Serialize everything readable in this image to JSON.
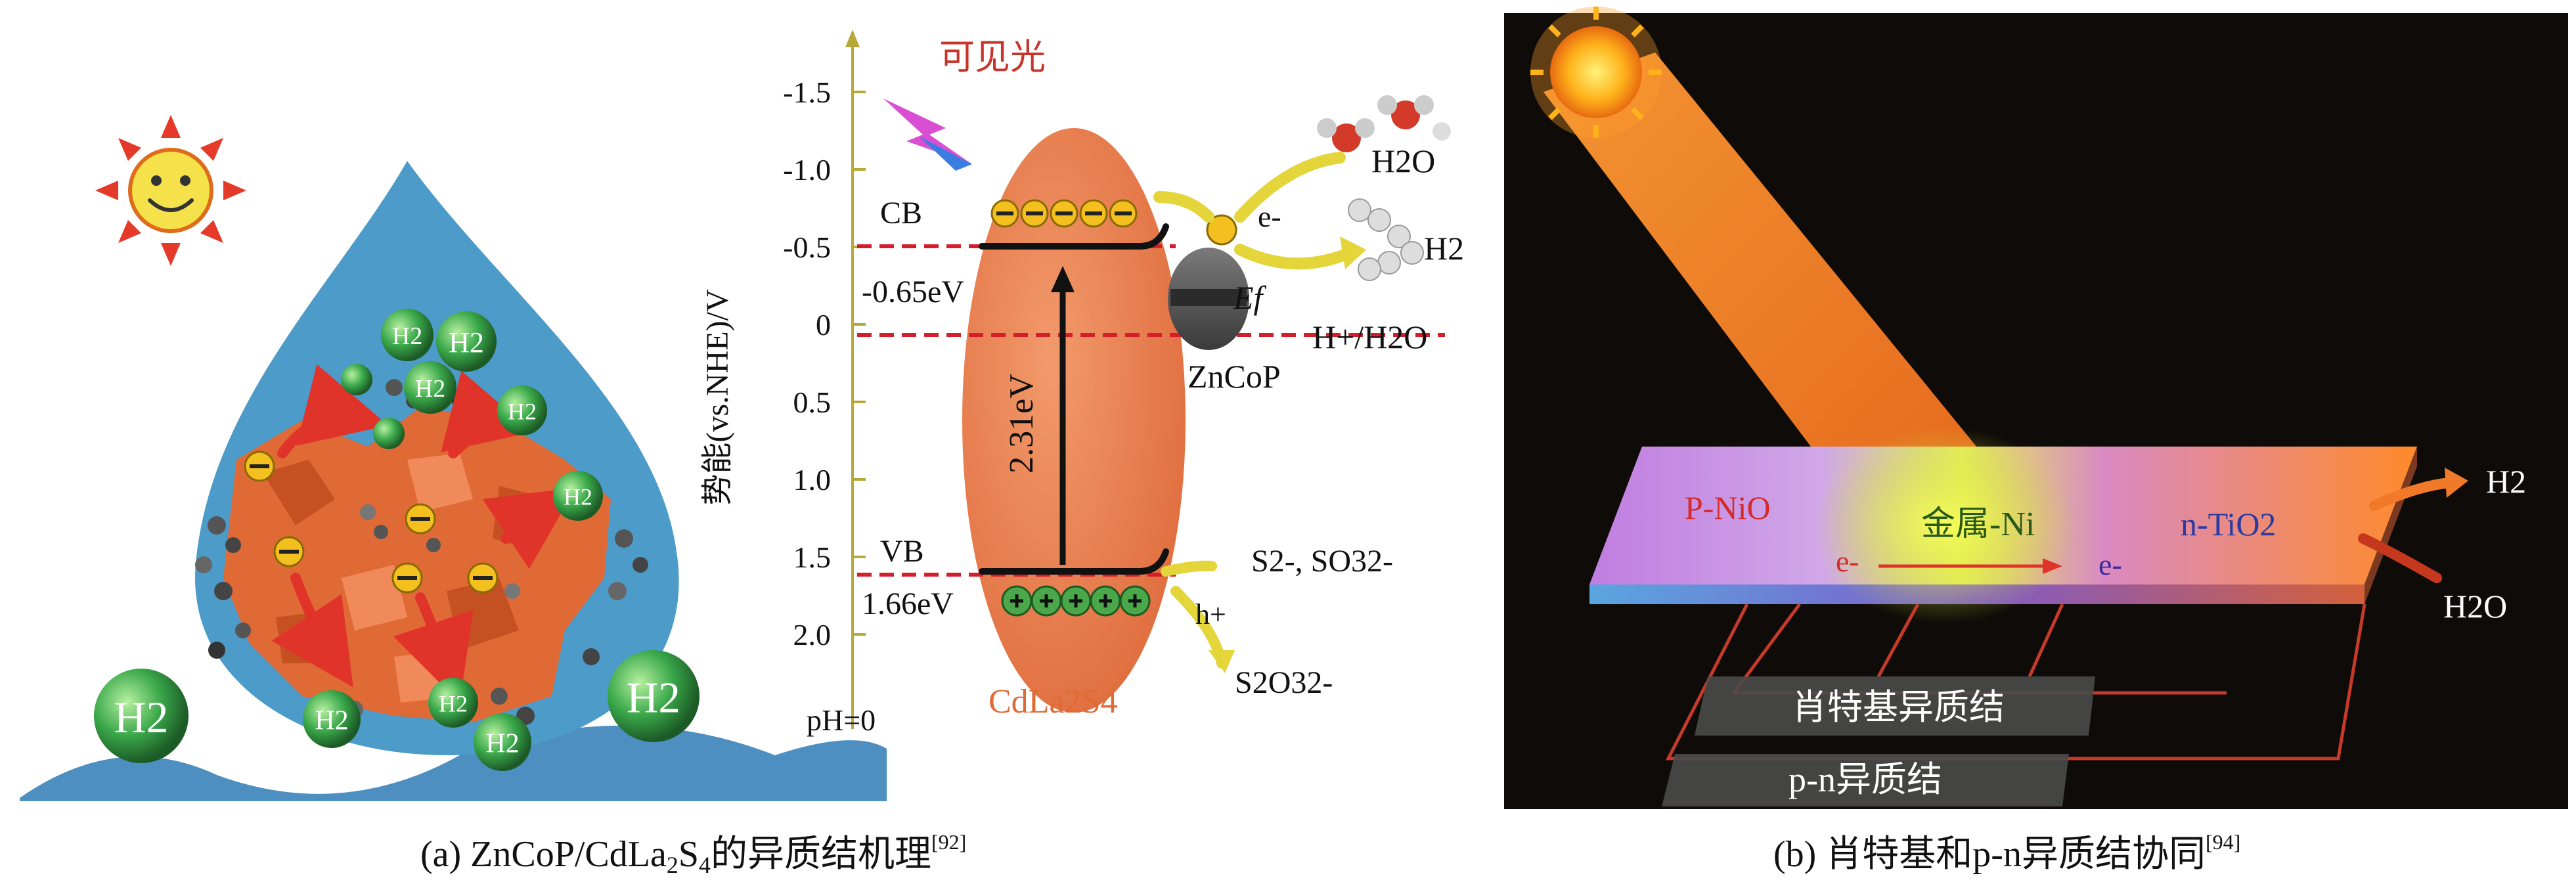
{
  "panel_a": {
    "axis_label": "势能(vs.NHE)/V",
    "ticks": [
      "-1.5",
      "-1.0",
      "-0.5",
      "0",
      "0.5",
      "1.0",
      "1.5",
      "2.0"
    ],
    "ph_label": "pH=0",
    "light_label": "可见光",
    "cb_label": "CB",
    "cb_value": "-0.65eV",
    "vb_label": "VB",
    "vb_value": "1.66eV",
    "gap_value": "2.31eV",
    "semiconductor": "CdLa2S4",
    "cocatalyst": "ZnCoP",
    "fermi_label": "Ef",
    "electron_label": "e-",
    "hole_label": "h+",
    "redox_label": "H+/H2O",
    "h2o_label": "H2O",
    "h2_label": "H2",
    "sacrificial_reactants": "S2-, SO32-",
    "sacrificial_product": "S2O32-",
    "droplet_h2_label": "H2",
    "caption_text": "(a) ZnCoP/CdLa",
    "caption_sub": "2",
    "caption_mid": "S",
    "caption_sub2": "4",
    "caption_tail": "的异质结机理",
    "caption_ref": "[92]"
  },
  "panel_b": {
    "p_side": "P-NiO",
    "metal": "金属-Ni",
    "n_side": "n-TiO2",
    "electron_label": "e-",
    "h2_label": "H2",
    "h2o_label": "H2O",
    "schottky_label": "肖特基异质结",
    "pn_label": "p-n异质结",
    "caption_text": "(b) 肖特基和p-n异质结协同",
    "caption_ref": "[94]"
  },
  "colors": {
    "semiconductor": "#e8794a",
    "band_line": "#d41e2b",
    "axis": "#b7a83a",
    "droplet": "#4c9bc9",
    "panel_b_bg": "#0f0b08"
  }
}
